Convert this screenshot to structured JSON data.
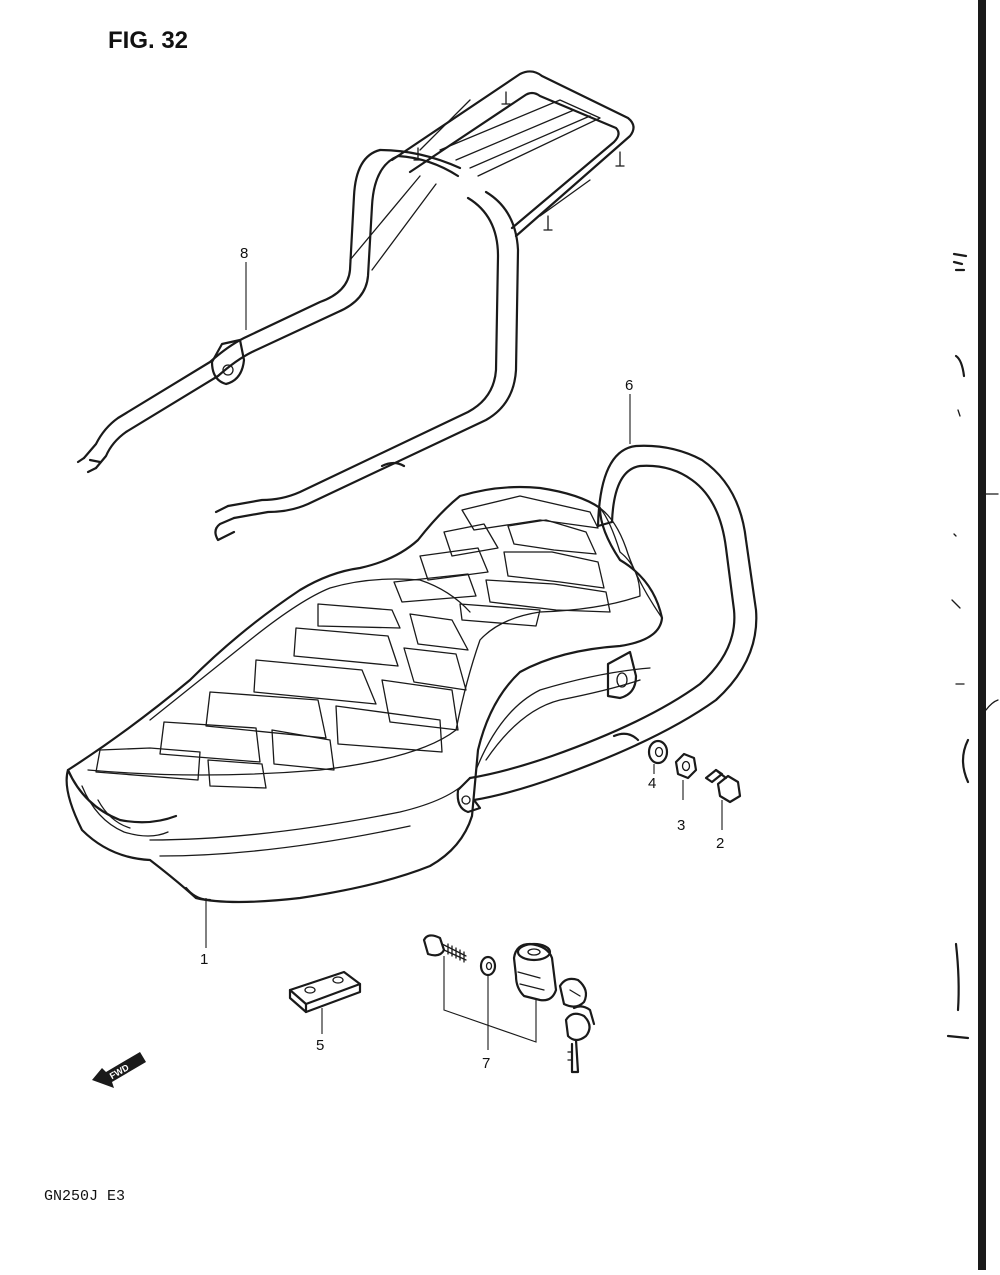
{
  "figure": {
    "title": "FIG. 32",
    "model_code": "GN250J  E3",
    "fwd_arrow_text": "FWD"
  },
  "parts": [
    {
      "ref": "1",
      "label": "1"
    },
    {
      "ref": "2",
      "label": "2"
    },
    {
      "ref": "3",
      "label": "3"
    },
    {
      "ref": "4",
      "label": "4"
    },
    {
      "ref": "5",
      "label": "5"
    },
    {
      "ref": "6",
      "label": "6"
    },
    {
      "ref": "7",
      "label": "7"
    },
    {
      "ref": "8",
      "label": "8"
    }
  ],
  "colors": {
    "ink": "#1a1a1a",
    "paper": "#ffffff"
  }
}
